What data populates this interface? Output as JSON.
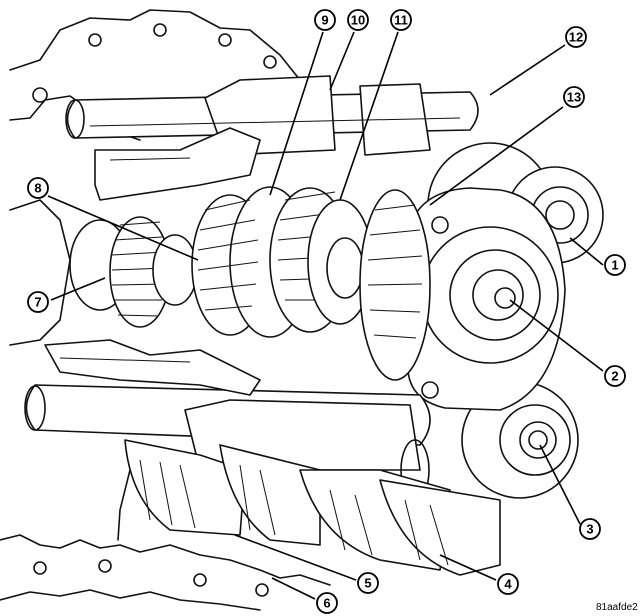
{
  "figure_code": "81aafde2",
  "callouts": [
    {
      "label": "1"
    },
    {
      "label": "2"
    },
    {
      "label": "3"
    },
    {
      "label": "4"
    },
    {
      "label": "5"
    },
    {
      "label": "6"
    },
    {
      "label": "7"
    },
    {
      "label": "8"
    },
    {
      "label": "9"
    },
    {
      "label": "10"
    },
    {
      "label": "11"
    },
    {
      "label": "12"
    },
    {
      "label": "13"
    }
  ]
}
